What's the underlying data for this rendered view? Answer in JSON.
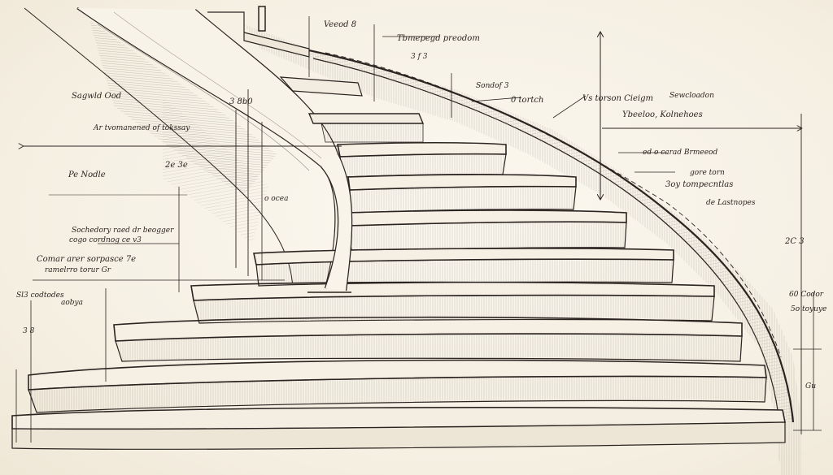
{
  "drawing": {
    "ink_color": "#2a2320",
    "paper_color": "#f6f1e6",
    "annotations": {
      "a01": "Veeod 8",
      "a02": "Tbmepegd preodom",
      "a03": "3 f 3",
      "a04": "Sondof 3",
      "a05": "Sagwld Ood",
      "a06": "3 8b0",
      "a07": "0 tortch",
      "a08": "Vs torson Cieigm",
      "a09": "Sewcloadon",
      "a10": "Ybeeloo, Kolnehoes",
      "a11": "Ar tvomanened of tokssay",
      "a12": "2e 3e",
      "a13": "ed o carad Brmeeod",
      "a14": "Pe Nodle",
      "a15": "gore torn",
      "a16": "3oy tompecntlas",
      "a17": "o ocea",
      "a18": "de Lastnopes",
      "a19": "Sochedory raed dr beogger",
      "a20": "cogo cordnog ce v3",
      "a21": "2C 3",
      "a22": "Comar arer sorpasce 7e",
      "a23": "ramelrro torur Gr",
      "a24": "Sl3 codtodes",
      "a25": "aobya",
      "a26": "60 Codor",
      "a27": "5o toyuye",
      "a28": "Gu",
      "a29": "3 8"
    }
  }
}
